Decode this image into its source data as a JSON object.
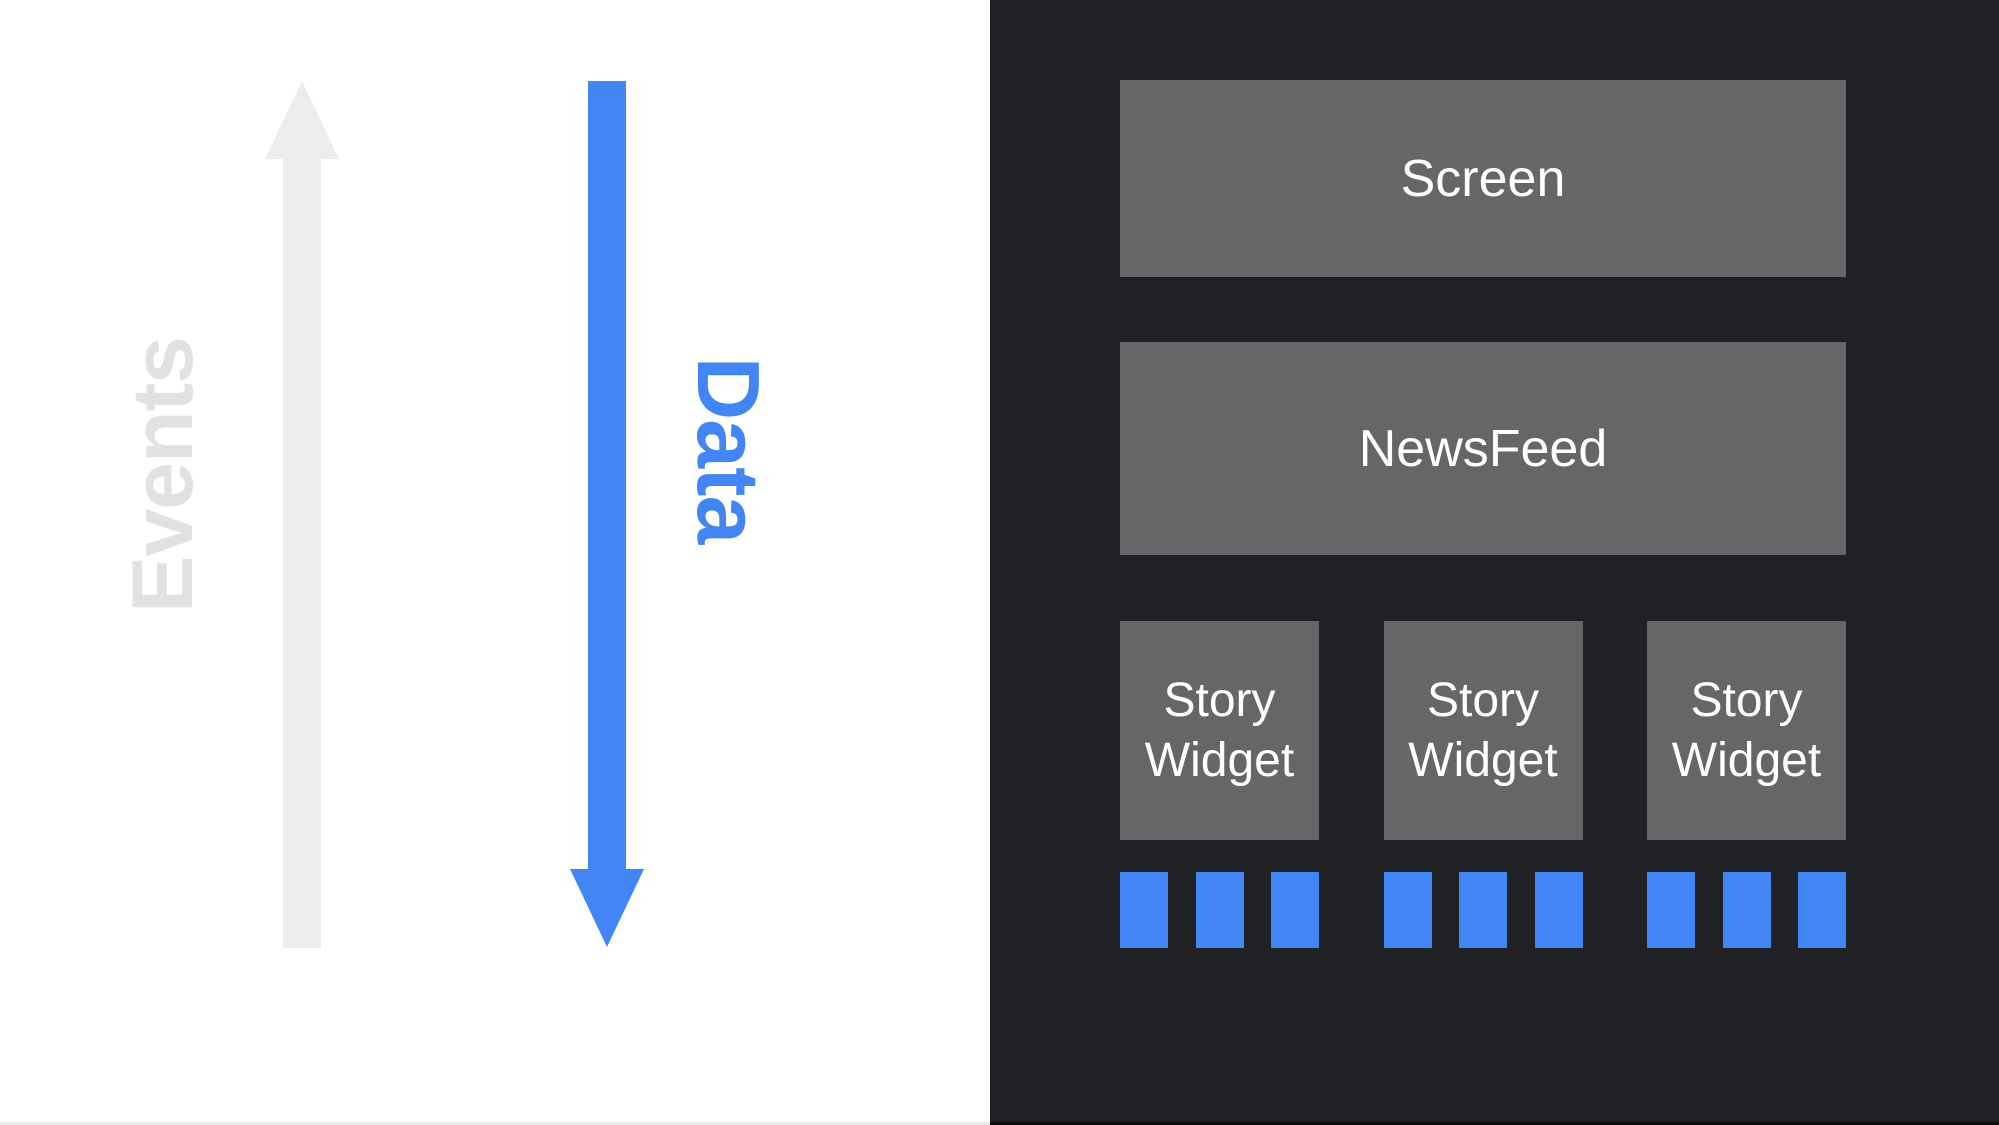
{
  "left_panel": {
    "events_label": "Events",
    "data_label": "Data"
  },
  "right_panel": {
    "screen_box": {
      "label": "Screen"
    },
    "newsfeed_box": {
      "label": "NewsFeed"
    },
    "story_widgets": [
      {
        "label": "Story Widget",
        "block_count": 3
      },
      {
        "label": "Story Widget",
        "block_count": 3
      },
      {
        "label": "Story Widget",
        "block_count": 3
      }
    ]
  },
  "colors": {
    "canvas_left_bg": "#ffffff",
    "panel_dark_bg": "#202124",
    "box_gray": "#666669",
    "box_text": "#ffffff",
    "blue": "#4285f4",
    "arrow_gray": "#ececee",
    "events_text": "#e1e1e3"
  }
}
